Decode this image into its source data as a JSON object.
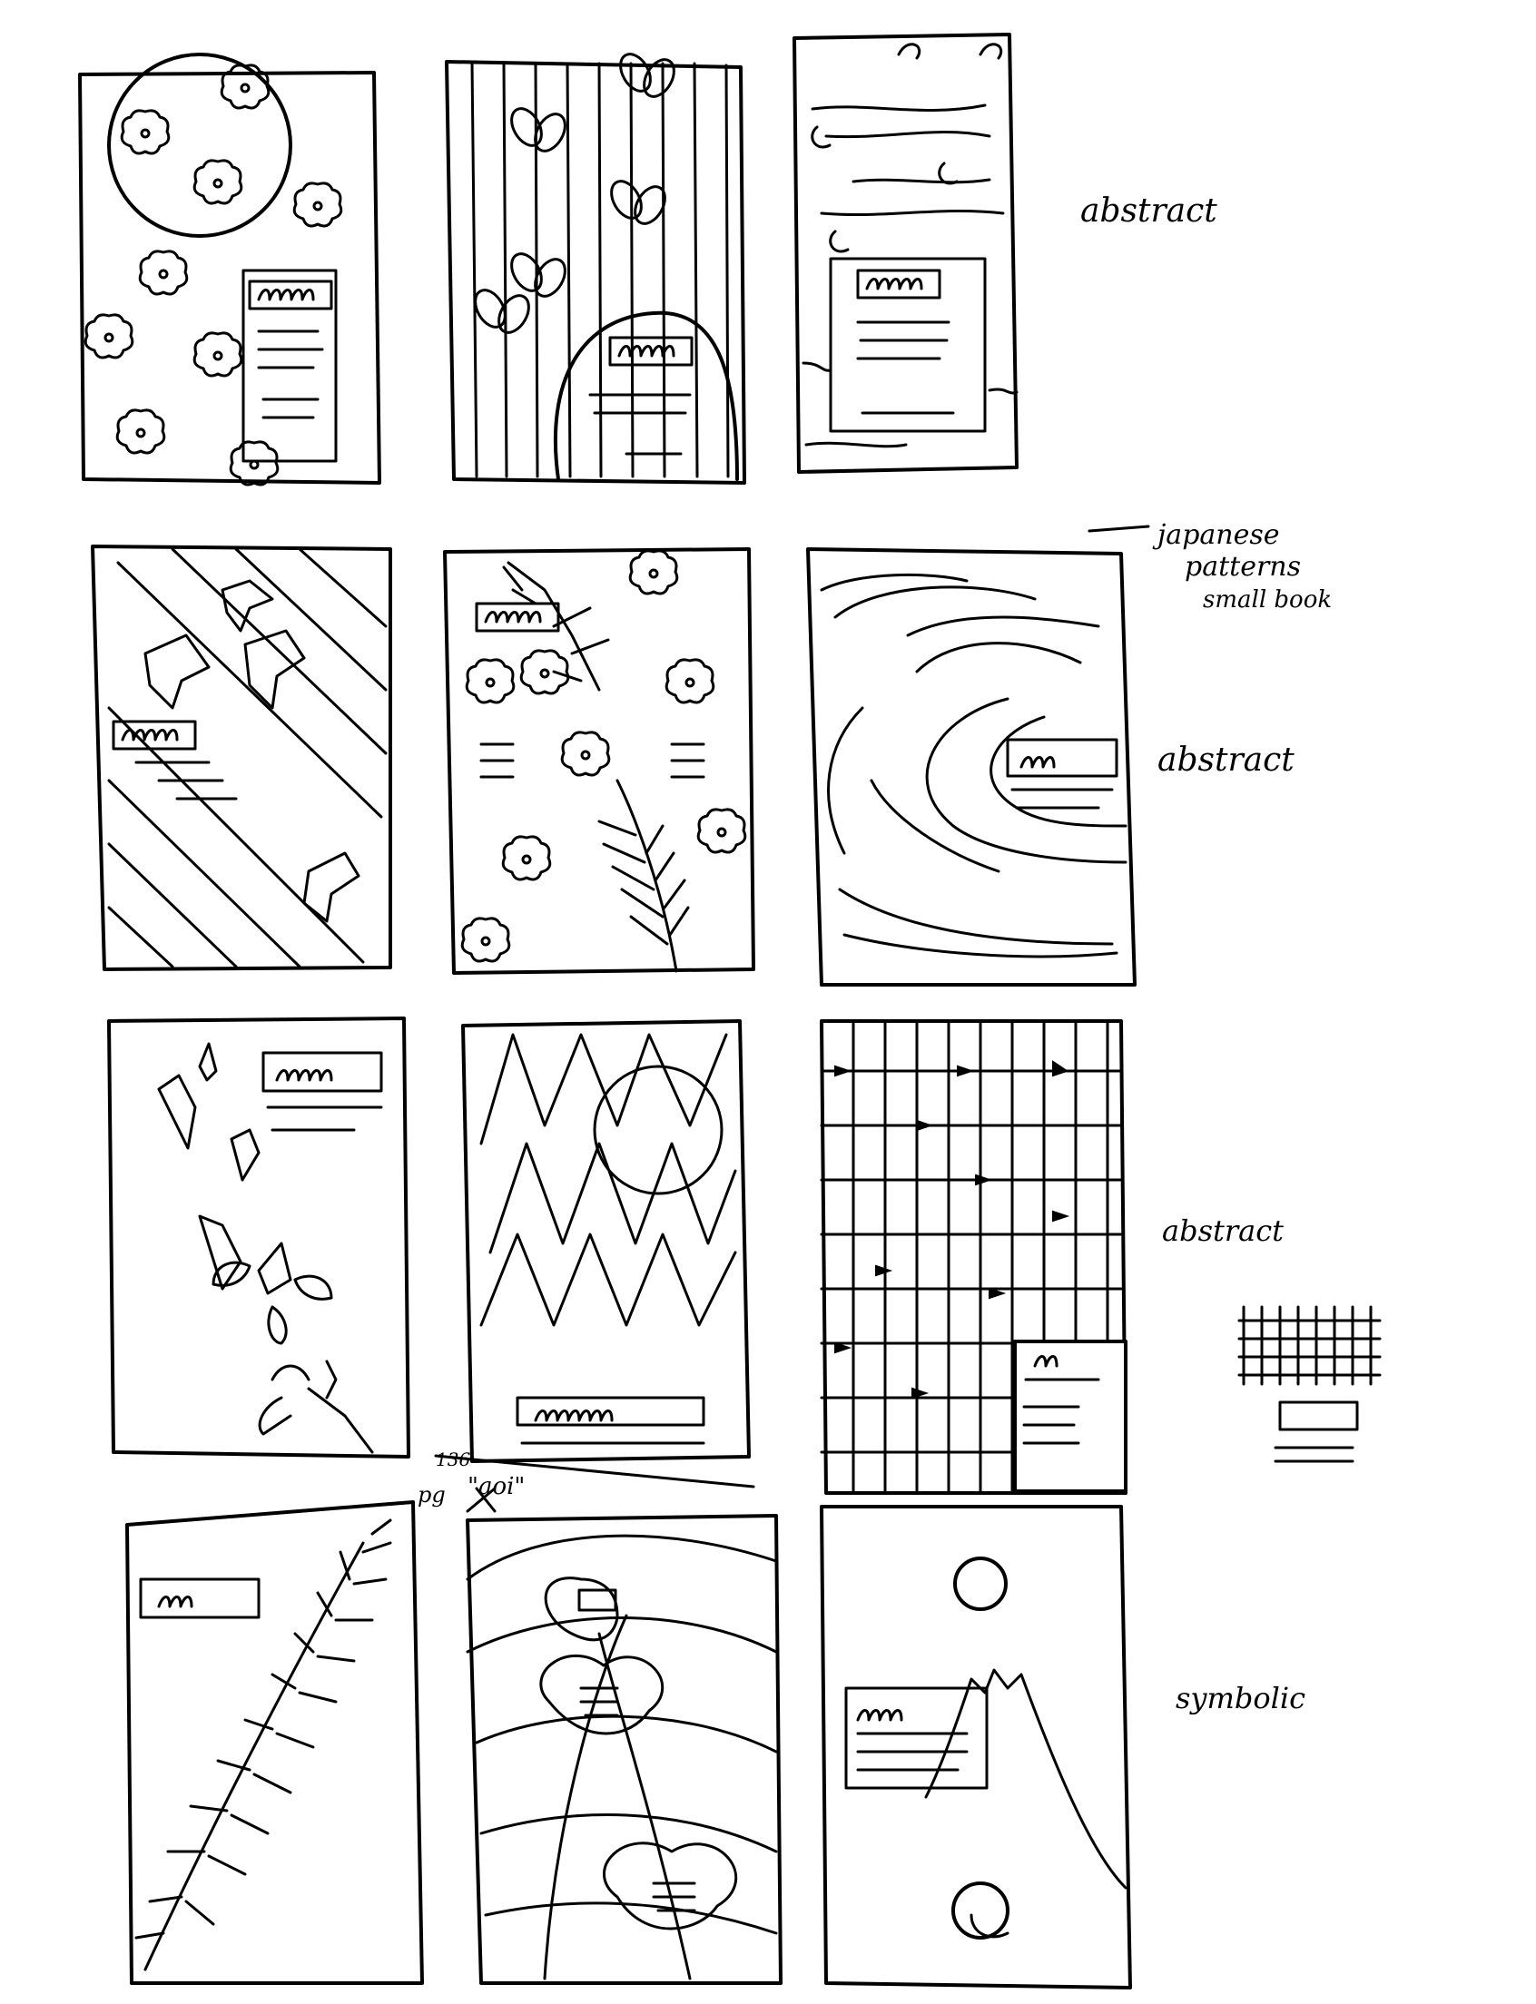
{
  "annotations": {
    "row1_label": "abstract",
    "row2_note_line1": "japanese",
    "row2_note_line2": "patterns",
    "row2_note_line3": "small book",
    "row2_label": "abstract",
    "row3_label": "abstract",
    "row4_label": "symbolic",
    "page_ref_pg": "pg",
    "page_ref_number": "136",
    "aoi_note": "\"aoi\""
  },
  "colors": {
    "ink": "#000000",
    "paper": "#ffffff"
  },
  "thumbnails": [
    {
      "id": "moon-flowers",
      "motif": "circle-moon with flower pattern"
    },
    {
      "id": "stripes-leaves",
      "motif": "vertical stripes with leaf sprigs"
    },
    {
      "id": "clouds-waves",
      "motif": "cloud swirls and waves"
    },
    {
      "id": "diagonal-birds",
      "motif": "diagonal bands with birds"
    },
    {
      "id": "flowers-fern",
      "motif": "flowers and fern fronds"
    },
    {
      "id": "water-swirls",
      "motif": "water ripple swirls"
    },
    {
      "id": "sakura-petals",
      "motif": "cherry blossom petals"
    },
    {
      "id": "mountain-moon",
      "motif": "zig-zag mountains with moon"
    },
    {
      "id": "grid-lattice",
      "motif": "grid lattice with knots"
    },
    {
      "id": "fern-branch",
      "motif": "diagonal fern branch"
    },
    {
      "id": "aoi-leaves",
      "motif": "hollyhock leaves over hills"
    },
    {
      "id": "fuji-suns",
      "motif": "mount fuji between two suns"
    }
  ]
}
